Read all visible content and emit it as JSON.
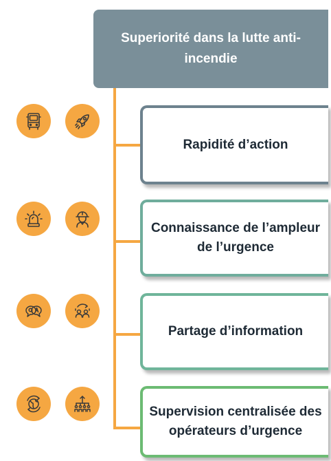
{
  "header": {
    "title": "Superiorité dans la lutte anti-incendie"
  },
  "items": [
    {
      "label": "Rapidité d’action",
      "border_color": "#6d828e",
      "icons": [
        "fire-truck-icon",
        "rocket-icon"
      ]
    },
    {
      "label": "Connaissance de l’ampleur de l’urgence",
      "border_color": "#6fad9c",
      "icons": [
        "alarm-siren-icon",
        "firefighter-icon"
      ]
    },
    {
      "label": "Partage d’information",
      "border_color": "#6fb59a",
      "icons": [
        "question-answer-icon",
        "people-exchange-icon"
      ]
    },
    {
      "label": "Supervision centralisée des opérateurs d’urgence",
      "border_color": "#6cbb73",
      "icons": [
        "globe-refresh-icon",
        "hierarchy-icon"
      ]
    }
  ],
  "colors": {
    "accent": "#f5a742",
    "header_bg": "#7a8f99",
    "text": "#1e2a35"
  }
}
